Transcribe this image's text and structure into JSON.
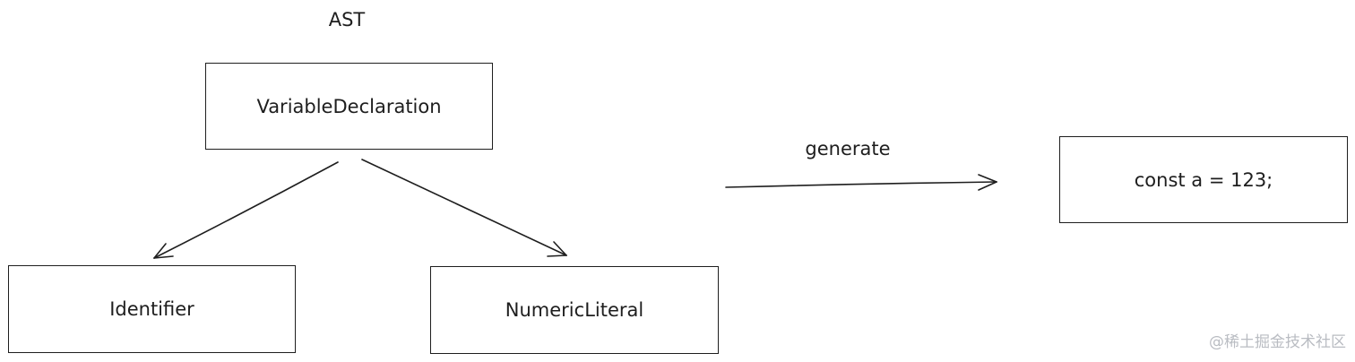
{
  "diagram": {
    "title": "AST",
    "root_node": "VariableDeclaration",
    "child_left": "Identifier",
    "child_right": "NumericLiteral",
    "transform_label": "generate",
    "output_node": "const a = 123;"
  },
  "watermark": "@稀土掘金技术社区",
  "colors": {
    "stroke": "#1e1e1e",
    "background": "#ffffff",
    "watermark": "#b9bcc2"
  }
}
